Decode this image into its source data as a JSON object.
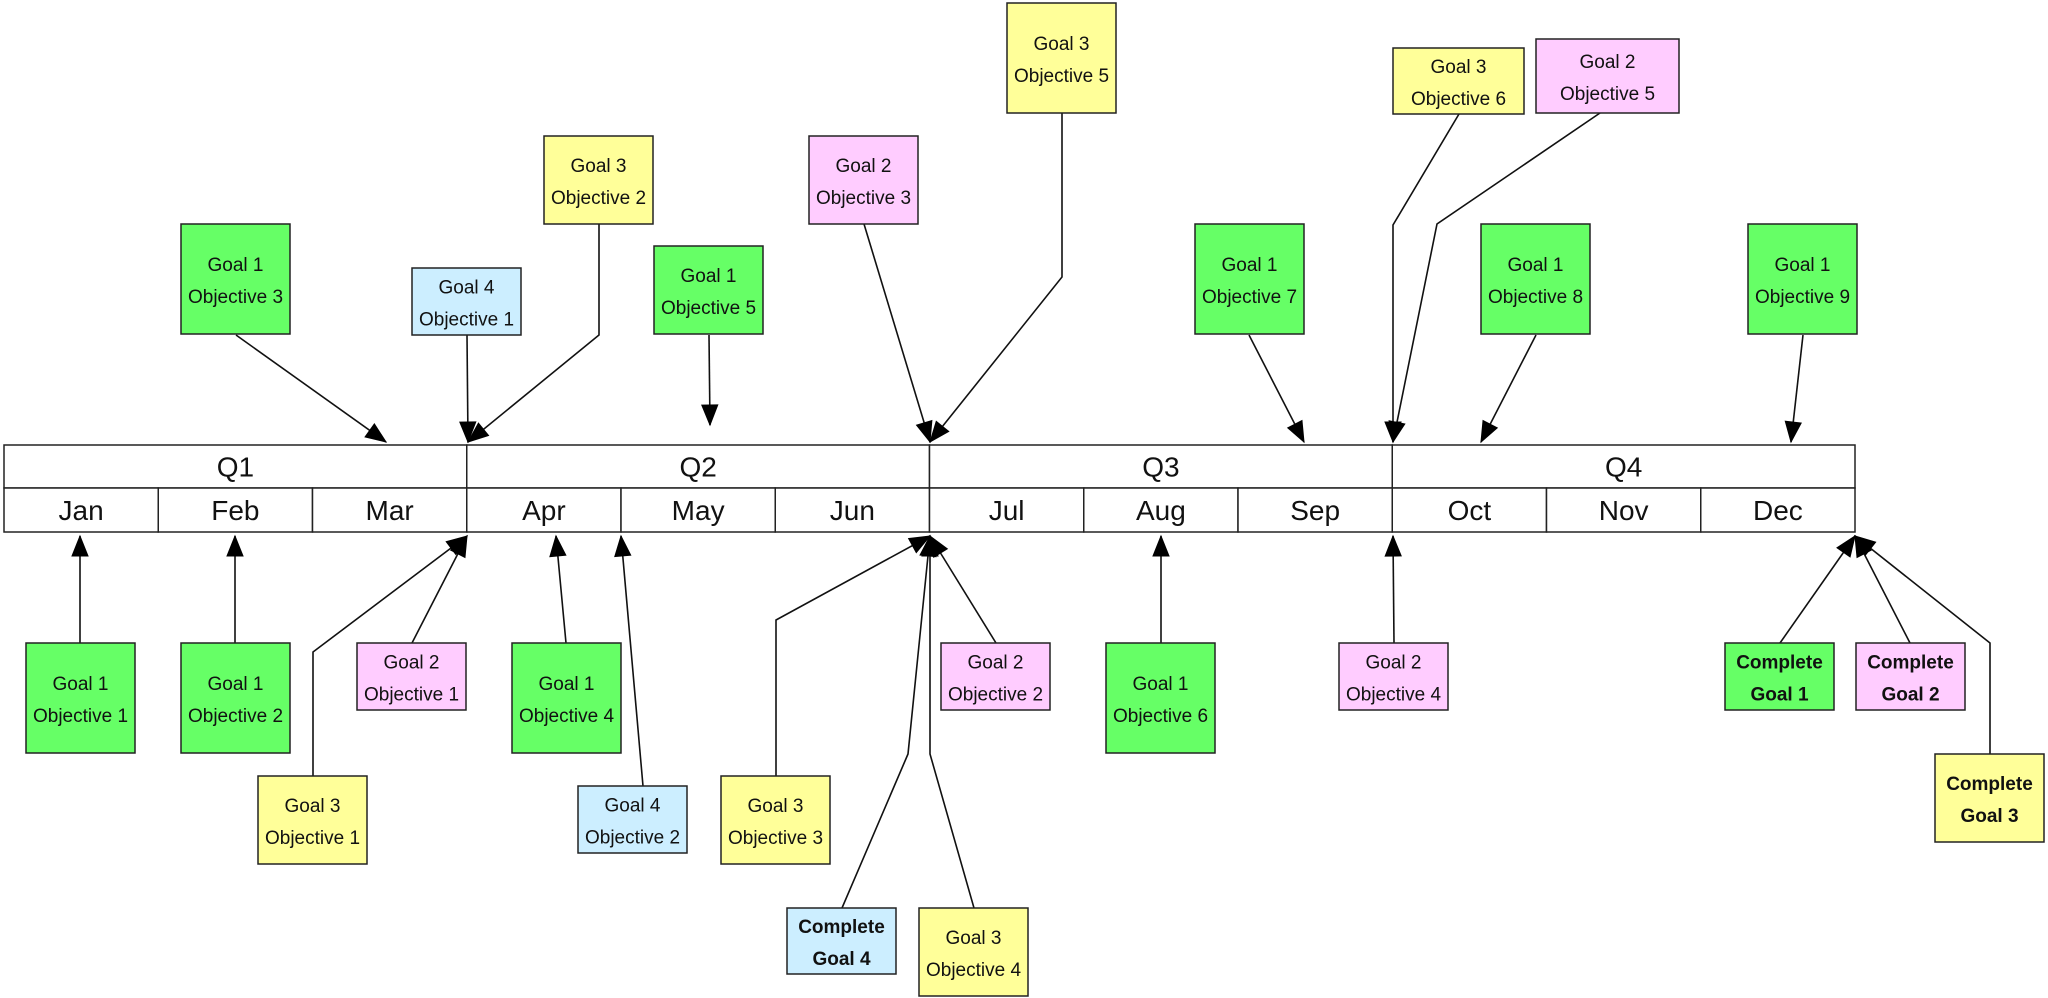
{
  "colors": {
    "goal1": "#66ff66",
    "goal2": "#ffccff",
    "goal3": "#ffff99",
    "goal4": "#cceeff"
  },
  "quarters": [
    "Q1",
    "Q2",
    "Q3",
    "Q4"
  ],
  "months": [
    "Jan",
    "Feb",
    "Mar",
    "Apr",
    "May",
    "Jun",
    "Jul",
    "Aug",
    "Sep",
    "Oct",
    "Nov",
    "Dec"
  ],
  "milestones": [
    {
      "id": "g1o3",
      "goal": "goal1",
      "line1": "Goal 1",
      "line2": "Objective 3",
      "bold": false
    },
    {
      "id": "g4o1",
      "goal": "goal4",
      "line1": "Goal 4",
      "line2": "Objective 1",
      "bold": false
    },
    {
      "id": "g3o2",
      "goal": "goal3",
      "line1": "Goal 3",
      "line2": "Objective 2",
      "bold": false
    },
    {
      "id": "g1o5",
      "goal": "goal1",
      "line1": "Goal 1",
      "line2": "Objective 5",
      "bold": false
    },
    {
      "id": "g2o3",
      "goal": "goal2",
      "line1": "Goal 2",
      "line2": "Objective 3",
      "bold": false
    },
    {
      "id": "g3o5",
      "goal": "goal3",
      "line1": "Goal 3",
      "line2": "Objective 5",
      "bold": false
    },
    {
      "id": "g1o7",
      "goal": "goal1",
      "line1": "Goal 1",
      "line2": "Objective 7",
      "bold": false
    },
    {
      "id": "g3o6",
      "goal": "goal3",
      "line1": "Goal 3",
      "line2": "Objective 6",
      "bold": false
    },
    {
      "id": "g2o5",
      "goal": "goal2",
      "line1": "Goal 2",
      "line2": "Objective 5",
      "bold": false
    },
    {
      "id": "g1o8",
      "goal": "goal1",
      "line1": "Goal 1",
      "line2": "Objective 8",
      "bold": false
    },
    {
      "id": "g1o9",
      "goal": "goal1",
      "line1": "Goal 1",
      "line2": "Objective 9",
      "bold": false
    },
    {
      "id": "g1o1",
      "goal": "goal1",
      "line1": "Goal 1",
      "line2": "Objective 1",
      "bold": false
    },
    {
      "id": "g1o2",
      "goal": "goal1",
      "line1": "Goal 1",
      "line2": "Objective 2",
      "bold": false
    },
    {
      "id": "g3o1",
      "goal": "goal3",
      "line1": "Goal 3",
      "line2": "Objective 1",
      "bold": false
    },
    {
      "id": "g2o1",
      "goal": "goal2",
      "line1": "Goal 2",
      "line2": "Objective 1",
      "bold": false
    },
    {
      "id": "g1o4",
      "goal": "goal1",
      "line1": "Goal 1",
      "line2": "Objective 4",
      "bold": false
    },
    {
      "id": "g4o2",
      "goal": "goal4",
      "line1": "Goal 4",
      "line2": "Objective 2",
      "bold": false
    },
    {
      "id": "g3o3",
      "goal": "goal3",
      "line1": "Goal 3",
      "line2": "Objective 3",
      "bold": false
    },
    {
      "id": "cg4",
      "goal": "goal4",
      "line1": "Complete",
      "line2": "Goal 4",
      "bold": true
    },
    {
      "id": "g3o4",
      "goal": "goal3",
      "line1": "Goal 3",
      "line2": "Objective 4",
      "bold": false
    },
    {
      "id": "g2o2",
      "goal": "goal2",
      "line1": "Goal 2",
      "line2": "Objective 2",
      "bold": false
    },
    {
      "id": "g1o6",
      "goal": "goal1",
      "line1": "Goal 1",
      "line2": "Objective 6",
      "bold": false
    },
    {
      "id": "g2o4",
      "goal": "goal2",
      "line1": "Goal 2",
      "line2": "Objective 4",
      "bold": false
    },
    {
      "id": "cg1",
      "goal": "goal1",
      "line1": "Complete",
      "line2": "Goal 1",
      "bold": true
    },
    {
      "id": "cg2",
      "goal": "goal2",
      "line1": "Complete",
      "line2": "Goal 2",
      "bold": true
    },
    {
      "id": "cg3",
      "goal": "goal3",
      "line1": "Complete",
      "line2": "Goal 3",
      "bold": true
    }
  ]
}
